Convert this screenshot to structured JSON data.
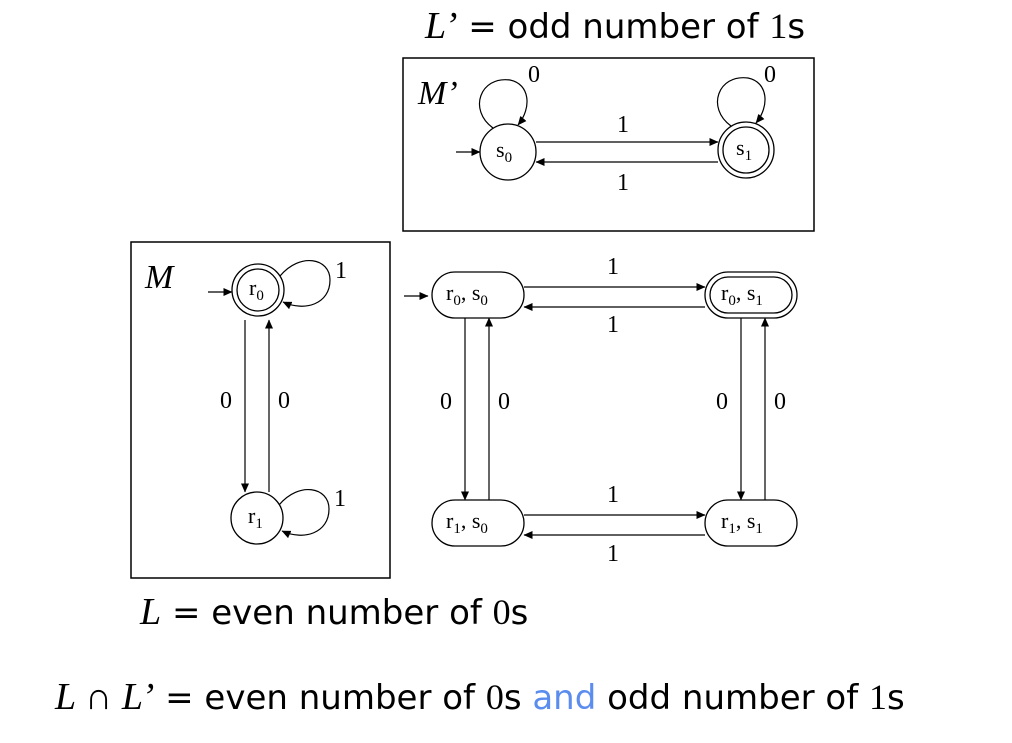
{
  "captions": {
    "top": {
      "var": "L’",
      "eq": "=",
      "text": "odd number of",
      "num": "1",
      "suffix": "s"
    },
    "left": {
      "var": "L",
      "eq": "=",
      "text": "even number of",
      "num": "0",
      "suffix": "s"
    },
    "bottom": {
      "lhs": "L ∩ L’",
      "eq": "=",
      "part1": "even number of",
      "num1": "0",
      "s1": "s",
      "and": "and",
      "part2": "odd number of",
      "num2": "1",
      "s2": "s"
    }
  },
  "machines": {
    "m_prime": {
      "label": "M’"
    },
    "m": {
      "label": "M"
    }
  },
  "states": {
    "s0": {
      "base": "s",
      "sub": "0"
    },
    "s1": {
      "base": "s",
      "sub": "1"
    },
    "r0": {
      "base": "r",
      "sub": "0"
    },
    "r1": {
      "base": "r",
      "sub": "1"
    },
    "r0s0": {
      "a": "r",
      "asub": "0",
      "sep": ", ",
      "b": "s",
      "bsub": "0"
    },
    "r0s1": {
      "a": "r",
      "asub": "0",
      "sep": ", ",
      "b": "s",
      "bsub": "1"
    },
    "r1s0": {
      "a": "r",
      "asub": "1",
      "sep": ", ",
      "b": "s",
      "bsub": "0"
    },
    "r1s1": {
      "a": "r",
      "asub": "1",
      "sep": ", ",
      "b": "s",
      "bsub": "1"
    }
  },
  "edge_labels": {
    "mp_loop_s0": "0",
    "mp_loop_s1": "0",
    "mp_s0_s1": "1",
    "mp_s1_s0": "1",
    "m_loop_r0": "1",
    "m_loop_r1": "1",
    "m_r0_r1": "0",
    "m_r1_r0": "0",
    "p_top_right": "1",
    "p_top_left": "1",
    "p_left_down": "0",
    "p_left_up": "0",
    "p_right_down": "0",
    "p_right_up": "0",
    "p_bottom_right": "1",
    "p_bottom_left": "1"
  },
  "colors": {
    "highlight": "#5b8def",
    "ink": "#000000"
  }
}
